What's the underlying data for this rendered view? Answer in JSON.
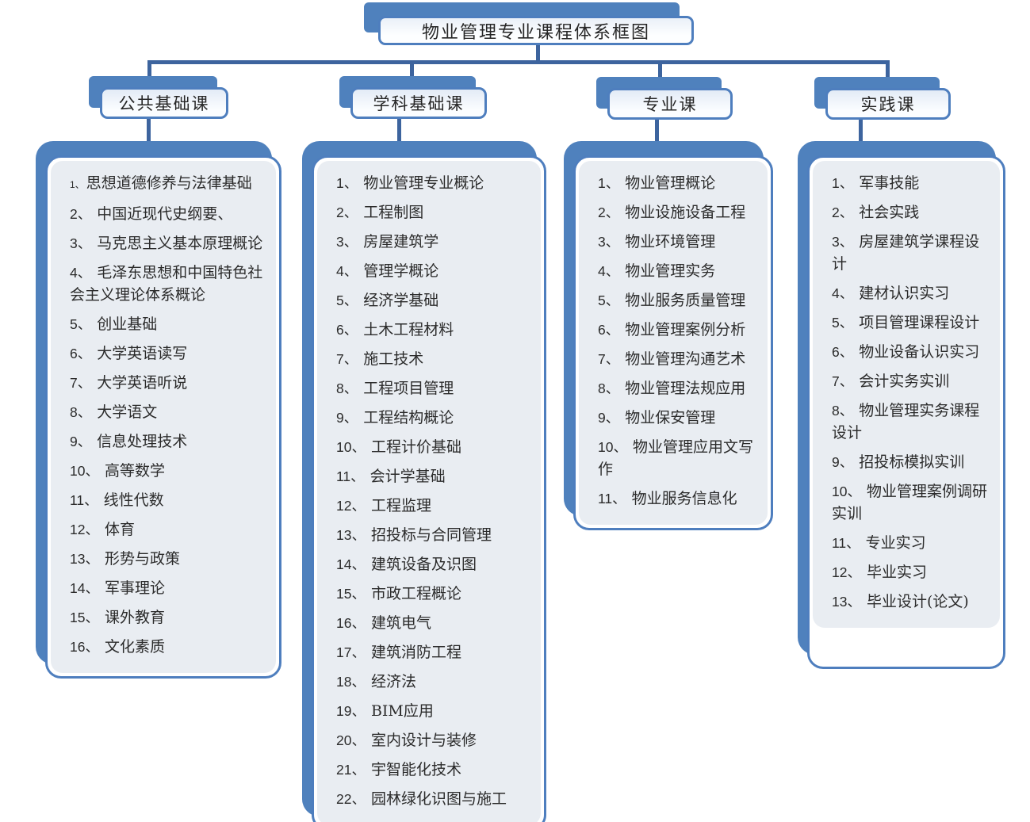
{
  "title": "物业管理专业课程体系框图",
  "colors": {
    "shadow_blue": "#4F81BD",
    "line_blue": "#3D649E",
    "border_blue": "#4E7EBE",
    "panel_fill": "#E9EDF2"
  },
  "columns": [
    {
      "header": "公共基础课",
      "items": [
        {
          "num": "1、",
          "text": "思想道德修养与法律基础",
          "small_num": true
        },
        {
          "num": "2、",
          "text": "中国近现代史纲要、"
        },
        {
          "num": "3、",
          "text": "马克思主义基本原理概论"
        },
        {
          "num": "4、",
          "text": "毛泽东思想和中国特色社会主义理论体系概论"
        },
        {
          "num": "5、",
          "text": "创业基础"
        },
        {
          "num": "6、",
          "text": "大学英语读写"
        },
        {
          "num": "7、",
          "text": "大学英语听说"
        },
        {
          "num": "8、",
          "text": "大学语文"
        },
        {
          "num": "9、",
          "text": "信息处理技术"
        },
        {
          "num": "10、",
          "text": "高等数学"
        },
        {
          "num": "11、",
          "text": "线性代数"
        },
        {
          "num": "12、",
          "text": "体育"
        },
        {
          "num": "13、",
          "text": "形势与政策"
        },
        {
          "num": "14、",
          "text": "军事理论"
        },
        {
          "num": "15、",
          "text": "课外教育"
        },
        {
          "num": "16、",
          "text": "文化素质"
        }
      ]
    },
    {
      "header": "学科基础课",
      "items": [
        {
          "num": "1、",
          "text": "物业管理专业概论"
        },
        {
          "num": "2、",
          "text": "工程制图"
        },
        {
          "num": "3、",
          "text": "房屋建筑学"
        },
        {
          "num": "4、",
          "text": "管理学概论"
        },
        {
          "num": "5、",
          "text": "经济学基础"
        },
        {
          "num": "6、",
          "text": "土木工程材料"
        },
        {
          "num": "7、",
          "text": "施工技术"
        },
        {
          "num": "8、",
          "text": "工程项目管理"
        },
        {
          "num": "9、",
          "text": "工程结构概论"
        },
        {
          "num": "10、",
          "text": "工程计价基础"
        },
        {
          "num": "11、",
          "text": "会计学基础"
        },
        {
          "num": "12、",
          "text": "工程监理"
        },
        {
          "num": "13、",
          "text": "招投标与合同管理"
        },
        {
          "num": "14、",
          "text": "建筑设备及识图"
        },
        {
          "num": "15、",
          "text": "市政工程概论"
        },
        {
          "num": "16、",
          "text": "建筑电气"
        },
        {
          "num": "17、",
          "text": "建筑消防工程"
        },
        {
          "num": "18、",
          "text": "经济法"
        },
        {
          "num": "19、",
          "text": "BIM应用"
        },
        {
          "num": "20、",
          "text": "室内设计与装修"
        },
        {
          "num": "21、",
          "text": "宇智能化技术"
        },
        {
          "num": "22、",
          "text": "园林绿化识图与施工"
        }
      ]
    },
    {
      "header": "专业课",
      "items": [
        {
          "num": "1、",
          "text": "物业管理概论"
        },
        {
          "num": "2、",
          "text": "物业设施设备工程"
        },
        {
          "num": "3、",
          "text": "物业环境管理"
        },
        {
          "num": "4、",
          "text": "物业管理实务"
        },
        {
          "num": "5、",
          "text": "物业服务质量管理"
        },
        {
          "num": "6、",
          "text": "物业管理案例分析"
        },
        {
          "num": "7、",
          "text": "物业管理沟通艺术"
        },
        {
          "num": "8、",
          "text": "物业管理法规应用"
        },
        {
          "num": "9、",
          "text": "物业保安管理"
        },
        {
          "num": "10、",
          "text": "物业管理应用文写作"
        },
        {
          "num": "11、",
          "text": "物业服务信息化"
        }
      ]
    },
    {
      "header": "实践课",
      "items": [
        {
          "num": "1、",
          "text": "军事技能"
        },
        {
          "num": "2、",
          "text": "社会实践"
        },
        {
          "num": "3、",
          "text": "房屋建筑学课程设计"
        },
        {
          "num": "4、",
          "text": "建材认识实习"
        },
        {
          "num": "5、",
          "text": "项目管理课程设计"
        },
        {
          "num": "6、",
          "text": "物业设备认识实习"
        },
        {
          "num": "7、",
          "text": "会计实务实训"
        },
        {
          "num": "8、",
          "text": "物业管理实务课程设计"
        },
        {
          "num": "9、",
          "text": "招投标模拟实训"
        },
        {
          "num": "10、",
          "text": "物业管理案例调研实训"
        },
        {
          "num": "11、",
          "text": "专业实习"
        },
        {
          "num": "12、",
          "text": "毕业实习"
        },
        {
          "num": "13、",
          "text": "毕业设计(论文)"
        }
      ]
    }
  ]
}
